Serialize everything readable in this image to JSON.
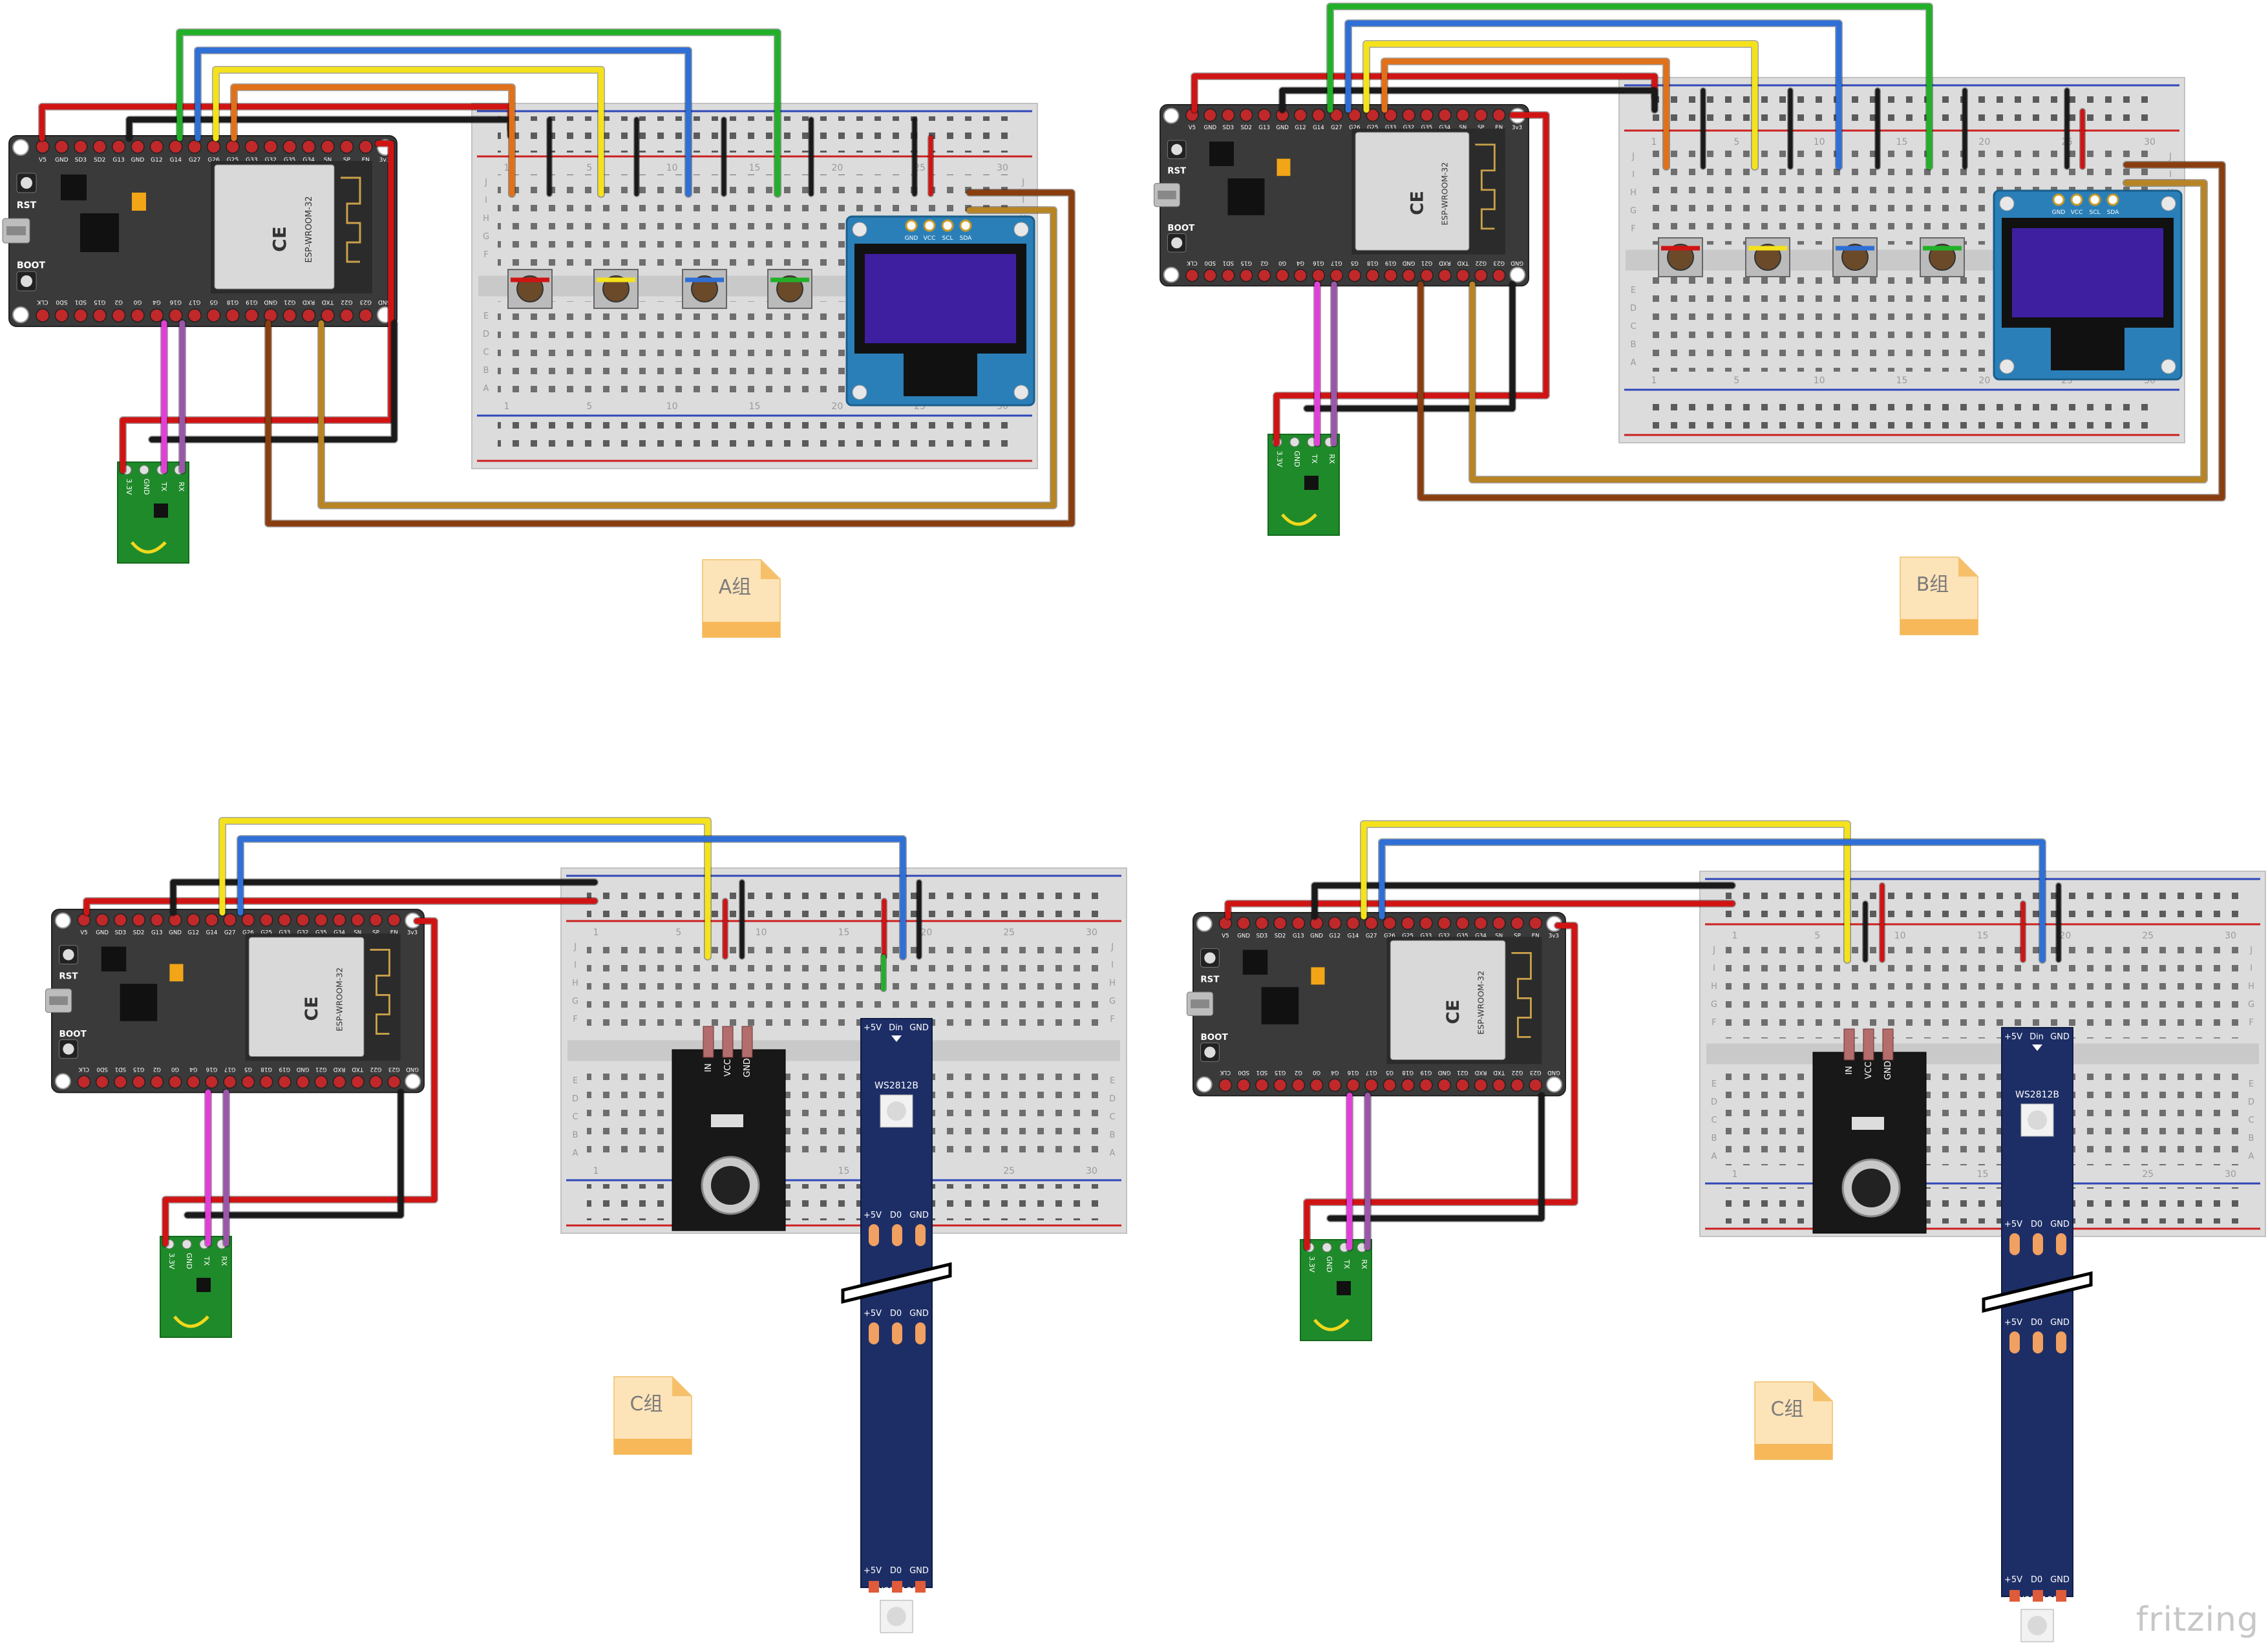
{
  "groups": {
    "a": {
      "label": "A组"
    },
    "b": {
      "label": "B组"
    },
    "c1": {
      "label": "C组"
    },
    "c2": {
      "label": "C组"
    }
  },
  "esp32": {
    "rst": "RST",
    "boot": "BOOT",
    "top_pins": [
      "V5",
      "GND",
      "SD3",
      "SD2",
      "G13",
      "GND",
      "G12",
      "G14",
      "G27",
      "G26",
      "G25",
      "G33",
      "G32",
      "G35",
      "G34",
      "SN",
      "SP",
      "EN",
      "3v3"
    ],
    "bottom_pins": [
      "CLK",
      "SD0",
      "SD1",
      "G15",
      "G2",
      "G0",
      "G4",
      "G16",
      "G17",
      "G5",
      "G18",
      "G19",
      "GND",
      "G21",
      "RXD",
      "TXD",
      "G22",
      "G23",
      "GND"
    ],
    "module_name": "ESP-WROOM-32"
  },
  "uart_module": {
    "pins": [
      "3.3V",
      "GND",
      "TX",
      "RX"
    ]
  },
  "oled": {
    "pins": [
      "GND",
      "VCC",
      "SCL",
      "SDA"
    ]
  },
  "sound_sensor": {
    "pins": [
      "IN",
      "VCC",
      "GND"
    ]
  },
  "led_strip": {
    "head_pins": [
      "+5V",
      "Din",
      "GND"
    ],
    "mid_pins": [
      "+5V",
      "D0",
      "GND"
    ],
    "chip": "WS2812B"
  },
  "breadboard": {
    "numbers": [
      "1",
      "5",
      "10",
      "15",
      "20",
      "25",
      "30"
    ],
    "rows": [
      "A",
      "B",
      "C",
      "D",
      "E",
      "F",
      "G",
      "H",
      "I",
      "J"
    ]
  },
  "colors": {
    "red": "#d01414",
    "black": "#1a1a1a",
    "green": "#22b028",
    "blue": "#2f6fd6",
    "yellow": "#f4e21c",
    "orange": "#e0711a",
    "brown": "#8a3e10",
    "tan": "#b88424",
    "magenta": "#e23fd9",
    "purple": "#9a56a8"
  },
  "watermark": "fritzing"
}
